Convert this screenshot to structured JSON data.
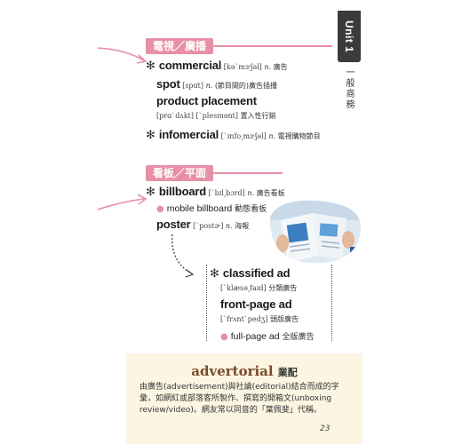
{
  "side_tab": {
    "unit": "Unit 1",
    "subtitle": "一般商務"
  },
  "sections": {
    "tv": {
      "title": "電視／廣播",
      "entries": {
        "commercial": {
          "word": "commercial",
          "ipa": "[kəˋmɝʃəl]",
          "pos": "n.",
          "meaning": "廣告"
        },
        "spot": {
          "word": "spot",
          "ipa": "[spɑt]",
          "pos": "n.",
          "meaning": "(節目間的)廣告插播"
        },
        "product_placement": {
          "word": "product placement",
          "ipa": "[prɑˋdʌkt] [ˋplesmənt]",
          "meaning": "置入性行銷"
        },
        "infomercial": {
          "word": "infomercial",
          "ipa": "[ˋɪnfo͵mɝʃəl]",
          "pos": "n.",
          "meaning": "電視購物節目"
        }
      }
    },
    "print": {
      "title": "看板／平面",
      "entries": {
        "billboard": {
          "word": "billboard",
          "ipa": "[ˋbɪl͵bɔrd]",
          "pos": "n.",
          "meaning": "廣告看板"
        },
        "mobile_billboard": {
          "word": "mobile billboard",
          "meaning": "動態看板"
        },
        "poster": {
          "word": "poster",
          "ipa": "[ˋpostɚ]",
          "pos": "n.",
          "meaning": "海報"
        },
        "classified_ad": {
          "word": "classified ad",
          "ipa": "[ˋklæsə͵faɪd]",
          "meaning": "分類廣告"
        },
        "front_page_ad": {
          "word": "front-page ad",
          "ipa": "[ˋfrʌntˋpedʒ]",
          "meaning": "頭版廣告"
        },
        "full_page_ad": {
          "word": "full-page ad",
          "meaning": "全版廣告"
        }
      }
    }
  },
  "advertorial": {
    "word": "advertorial",
    "meaning": "業配",
    "body": "由廣告(advertisement)與社論(editorial)結合而成的字彙，如網紅或部落客所製作、撰寫的開箱文(unboxing review/video)。網友常以同音的「葉佩斐」代稱。"
  },
  "page_number": "23",
  "colors": {
    "accent": "#e78fa6",
    "tab_bg": "#3b3b3b",
    "box_bg": "#fbf5e2",
    "title_brown": "#7a4a2a"
  }
}
